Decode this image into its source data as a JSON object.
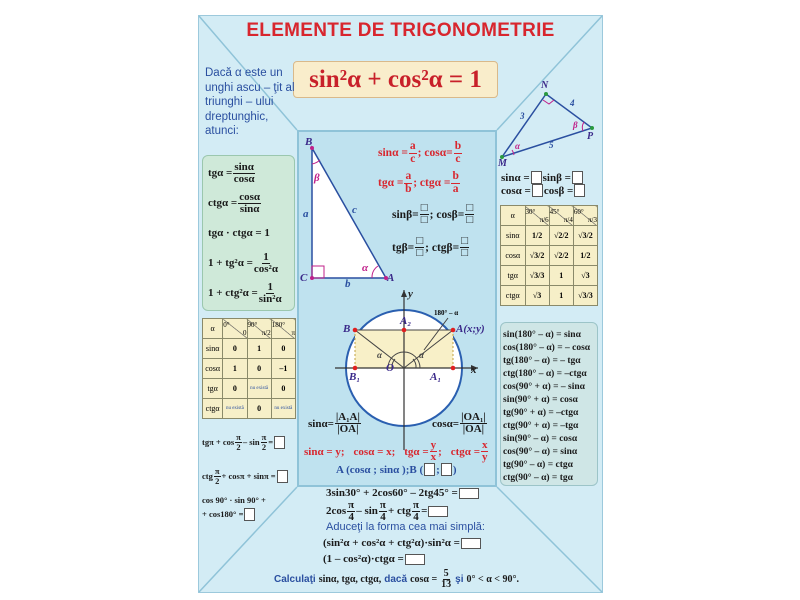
{
  "title": "ELEMENTE DE TRIGONOMETRIE",
  "identity": "sin²α + cos²α = 1",
  "intro": "Dacă α este un unghi ascu – ţit al triunghi – ului dreptunghic, atunci:",
  "left_formulas": [
    [
      "tgα =",
      {
        "n": "sinα",
        "d": "cosα"
      }
    ],
    [
      "ctgα =",
      {
        "n": "cosα",
        "d": "sinα"
      }
    ],
    [
      "tgα · ctgα = 1"
    ],
    [
      "1 + tg²α =",
      {
        "n": "1",
        "d": "cos²α"
      }
    ],
    [
      "1 + ctg²α =",
      {
        "n": "1",
        "d": "sin²α"
      }
    ]
  ],
  "triangle1": {
    "labels": {
      "B": "B",
      "C": "C",
      "A": "A",
      "a": "a",
      "b": "b",
      "c": "c",
      "alpha": "α",
      "beta": "β"
    }
  },
  "ratio_formulas": [
    [
      "sinα =",
      {
        "n": "a",
        "d": "c"
      },
      ";  cosα=",
      {
        "n": "b",
        "d": "c"
      }
    ],
    [
      "tgα =",
      {
        "n": "a",
        "d": "b"
      },
      ";  ctgα =",
      {
        "n": "b",
        "d": "a"
      }
    ],
    [
      "sinβ=",
      {
        "n": "□",
        "d": "□"
      },
      ";  cosβ=",
      {
        "n": "□",
        "d": "□"
      }
    ],
    [
      "tgβ=",
      {
        "n": "□",
        "d": "□"
      },
      ";  ctgβ=",
      {
        "n": "□",
        "d": "□"
      }
    ]
  ],
  "triangle2": {
    "labels": {
      "M": "M",
      "N": "N",
      "P": "P",
      "side_MN": "3",
      "side_NP": "4",
      "side_MP": "5",
      "alpha": "α",
      "beta": "β"
    },
    "questions": [
      [
        "sinα =",
        {
          "box": 1
        },
        "  sinβ =",
        {
          "box": 1
        }
      ],
      [
        "cosα =",
        {
          "box": 1
        },
        "  cosβ =",
        {
          "box": 1
        }
      ]
    ]
  },
  "table_right": {
    "header": [
      "α",
      "30°",
      "π/6",
      "45°",
      "π/4",
      "60°",
      "π/3"
    ],
    "rows": [
      [
        "sinα",
        "1/2",
        "√2/2",
        "√3/2"
      ],
      [
        "cosα",
        "√3/2",
        "√2/2",
        "1/2"
      ],
      [
        "tgα",
        "√3/3",
        "1",
        "√3"
      ],
      [
        "ctgα",
        "√3",
        "1",
        "√3/3"
      ]
    ]
  },
  "table_left": {
    "header": [
      "α",
      "0°",
      "0",
      "90°",
      "π/2",
      "180°",
      "π"
    ],
    "rows": [
      [
        "sinα",
        "0",
        "1",
        "0"
      ],
      [
        "cosα",
        "1",
        "0",
        "–1"
      ],
      [
        "tgα",
        "0",
        "nu există",
        "0"
      ],
      [
        "ctgα",
        "nu există",
        "0",
        "nu există"
      ]
    ]
  },
  "identities": [
    "sin(180° – α) = sinα",
    "cos(180° – α) = – cosα",
    "tg(180° – α) = – tgα",
    "ctg(180° – α) = –ctgα",
    "cos(90° + α) = – sinα",
    "sin(90° + α) = cosα",
    "tg(90° + α) = –ctgα",
    "ctg(90° + α) = –tgα",
    "sin(90° – α) = cosα",
    "cos(90° – α) = sinα",
    "tg(90° – α) = ctgα",
    "ctg(90° – α) = tgα"
  ],
  "circle": {
    "labels": {
      "x": "x",
      "y": "y",
      "O": "O",
      "A": "A(x;y)",
      "B": "B",
      "A1": "A₁",
      "A2": "A₂",
      "B1": "B₁",
      "alpha": "α",
      "angle": "180° – α"
    }
  },
  "circle_formulas": [
    [
      "sinα=",
      {
        "n": "|A₁A|",
        "d": "|OA|"
      }
    ],
    [
      "cosα=",
      {
        "n": "|OA₁|",
        "d": "|OA|"
      }
    ]
  ],
  "xy_formulas": [
    [
      "sinα = y;"
    ],
    [
      "cosα = x;"
    ],
    [
      "tgα =",
      {
        "n": "y",
        "d": "x"
      },
      ";"
    ],
    [
      "ctgα =",
      {
        "n": "x",
        "d": "y"
      }
    ]
  ],
  "coords": [
    "A (cosα ; sinα );",
    "B (",
    {
      "box": 1
    },
    ";",
    {
      "box": 1
    },
    ")"
  ],
  "left_exercises": [
    [
      "tgπ + cos",
      {
        "n": "π",
        "d": "2"
      },
      "– sin",
      {
        "n": "π",
        "d": "2"
      },
      "=",
      {
        "box": 1
      }
    ],
    [
      "ctg",
      {
        "n": "π",
        "d": "2"
      },
      "+ cosπ + sinπ =",
      {
        "box": 1
      }
    ],
    [
      "cos 90° · sin 90° +"
    ],
    [
      "+ cos180° =",
      {
        "box": 1
      }
    ]
  ],
  "bottom_exercises": [
    [
      "3sin30° + 2cos60° – 2tg45° =",
      {
        "wbox": 1
      }
    ],
    [
      "2cos",
      {
        "n": "π",
        "d": "4"
      },
      "– sin",
      {
        "n": "π",
        "d": "4"
      },
      "+ ctg",
      {
        "n": "π",
        "d": "4"
      },
      "=",
      {
        "wbox": 1
      }
    ]
  ],
  "simplify_title": "Aduceţi la forma cea mai simplă:",
  "simplify": [
    [
      "(sin²α + cos²α + ctg²α)·sin²α =",
      {
        "wbox": 1
      }
    ],
    [
      "(1 – cos²α)·ctgα =",
      {
        "wbox": 1
      }
    ]
  ],
  "final_task": [
    "Calculaţi",
    "sinα, tgα, ctgα,",
    "dacă",
    "cosα =",
    {
      "n": "5",
      "d": "13"
    },
    "şi",
    "0° < α < 90°."
  ]
}
